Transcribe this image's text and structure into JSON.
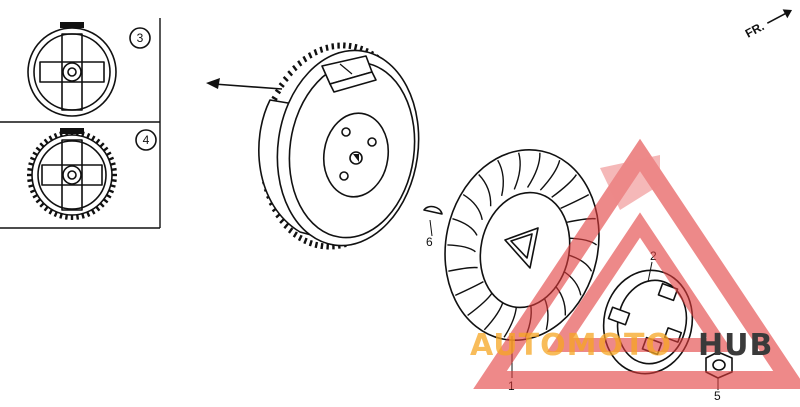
{
  "direction_label": "FR.",
  "inset_callouts": [
    "3",
    "4"
  ],
  "part_callouts": {
    "fan": "1",
    "starter_pulley": "2",
    "key": "6",
    "nut": "5"
  },
  "watermark": {
    "text_orange": "AUTOMOTO",
    "text_dark": "HUB",
    "color_triangle": "#e23b3b",
    "color_orange": "#f5a623",
    "color_dark": "#3a3a3a"
  }
}
